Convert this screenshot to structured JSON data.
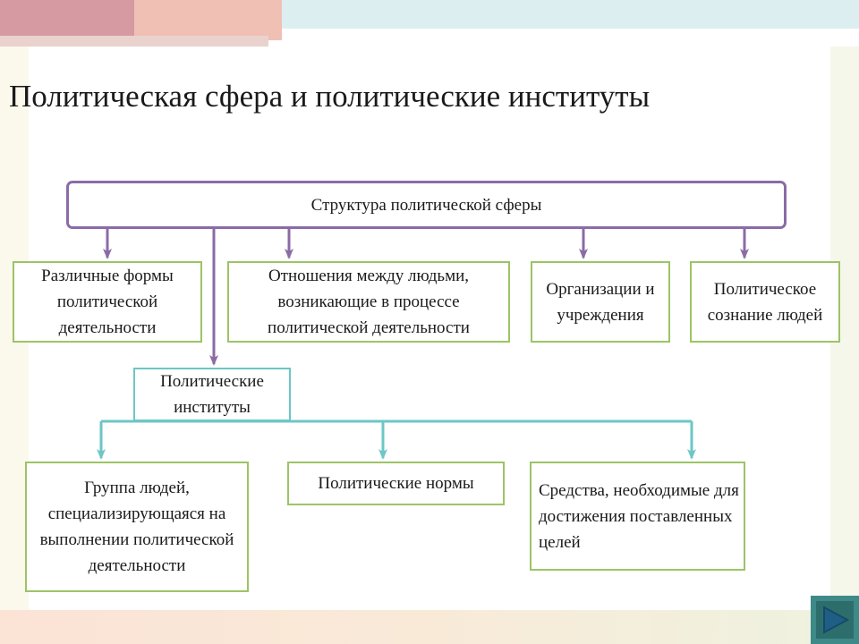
{
  "slide": {
    "title": "Политическая сфера и политические институты"
  },
  "diagram": {
    "root": "Структура политической сферы",
    "level1": [
      "Различные формы политической деятельности",
      "Отношения между людьми, возникающие в процессе политической деятельности",
      "Организации и учреждения",
      "Политическое сознание людей"
    ],
    "institutions": "Политические институты",
    "level2": [
      "Группа людей, специализирующаяся на выполнении политической деятельности",
      "Политические нормы",
      "Средства, необходимые для достижения поставленных целей"
    ]
  },
  "colors": {
    "purple": "#8b6ba6",
    "green": "#9cc466",
    "teal": "#6cc7c6",
    "nav_button": "#3e8a88"
  },
  "icons": {
    "next": "play-triangle-icon"
  }
}
